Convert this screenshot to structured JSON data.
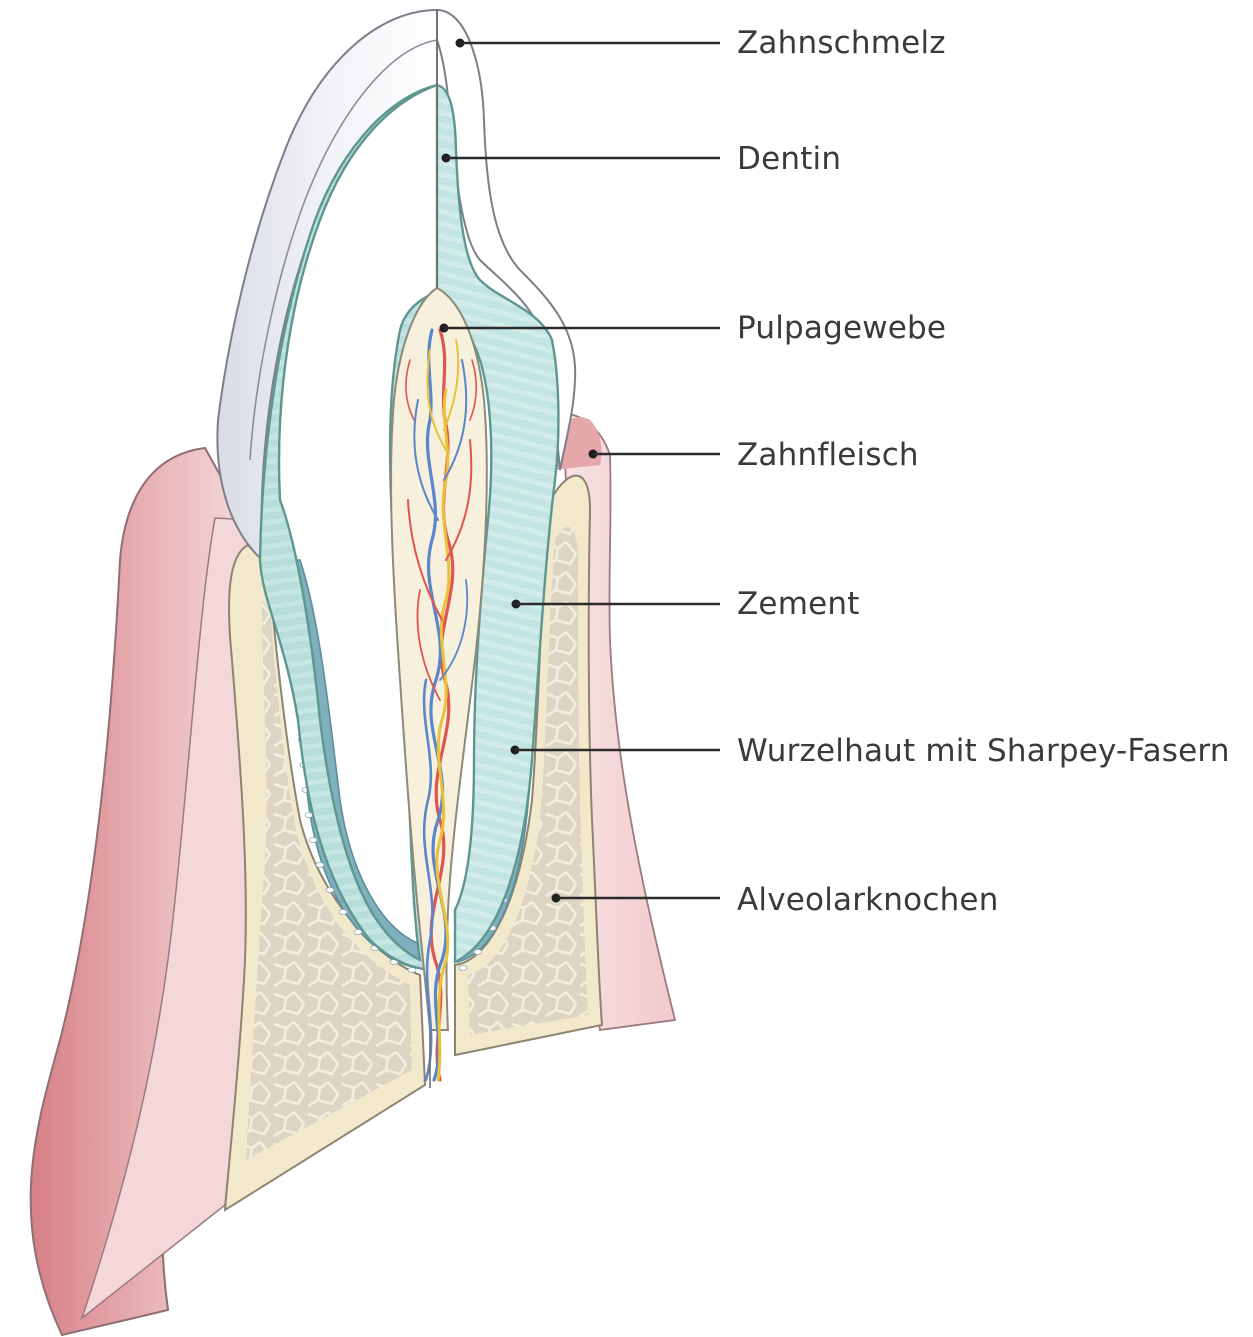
{
  "labels": [
    {
      "key": "enamel",
      "text": "Zahnschmelz"
    },
    {
      "key": "dentin",
      "text": "Dentin"
    },
    {
      "key": "pulp",
      "text": "Pulpagewebe"
    },
    {
      "key": "gum",
      "text": "Zahnfleisch"
    },
    {
      "key": "cementum",
      "text": "Zement"
    },
    {
      "key": "periodontium",
      "text": "Wurzelhaut mit Sharpey-Fasern"
    },
    {
      "key": "bone",
      "text": "Alveolarknochen"
    }
  ],
  "colors": {
    "gum": "#d9868c",
    "gum_light": "#f2d3d5",
    "bone": "#f1e8cc",
    "bone_spongy": "#d8d2c2",
    "dentin": "#b9dfdc",
    "cementum": "#7fb3bf",
    "enamel": "#eceef3",
    "pulp": "#f6efdc",
    "artery": "#e0554f",
    "vein": "#5b86c9",
    "nerve": "#e9c23a"
  }
}
